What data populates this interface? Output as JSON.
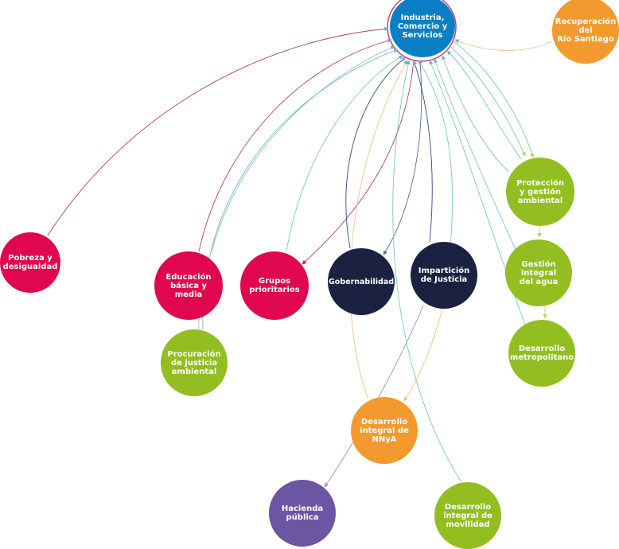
{
  "colors": {
    "blue": "#0a7fc5",
    "orange": "#f29a2e",
    "green": "#93be22",
    "pink": "#e0074f",
    "navy": "#1b2141",
    "purple": "#6c55a3"
  },
  "nodes": {
    "industria": {
      "label": "Industria,\nComercio y\nServicios",
      "color": "blue"
    },
    "recuperacion": {
      "label": "Recuperación\ndel\nRío Santiago",
      "color": "orange"
    },
    "proteccion": {
      "label": "Protección\ny gestión\nambiental",
      "color": "green"
    },
    "gestion_agua": {
      "label": "Gestión\nintegral\ndel agua",
      "color": "green"
    },
    "desarrollo_metro": {
      "label": "Desarrollo\nmetropolitano",
      "color": "green"
    },
    "pobreza": {
      "label": "Pobreza y\ndesigualdad",
      "color": "pink"
    },
    "educacion": {
      "label": "Educación\nbásica y\nmedia",
      "color": "pink"
    },
    "grupos": {
      "label": "Grupos\nprioritarios",
      "color": "pink"
    },
    "gobernabilidad": {
      "label": "Gobernabilidad",
      "color": "navy"
    },
    "imparticion": {
      "label": "Impartición\nde Justicia",
      "color": "navy"
    },
    "procuracion": {
      "label": "Procuración\nde justicia\nambiental",
      "color": "green"
    },
    "nnya": {
      "label": "Desarrollo\nintegral de\nNNyA",
      "color": "orange"
    },
    "hacienda": {
      "label": "Hacienda\npública",
      "color": "purple"
    },
    "movilidad": {
      "label": "Desarrollo\nintegral de\nmovilidad",
      "color": "green"
    }
  }
}
